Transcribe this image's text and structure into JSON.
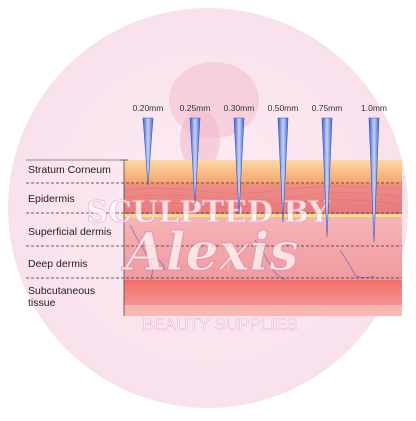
{
  "needle_depths": [
    "0.20mm",
    "0.25mm",
    "0.30mm",
    "0.50mm",
    "0.75mm",
    "1.0mm"
  ],
  "layers": {
    "stratum_corneum": "Stratum Corneum",
    "epidermis": "Epidermis",
    "superficial_dermis": "Superficial dermis",
    "deep_dermis": "Deep dermis",
    "subcutaneous_line1": "Subcutaneous",
    "subcutaneous_line2": "tissue"
  },
  "watermark": {
    "top_text": "SCULPTED BY",
    "script_text": "Alexis",
    "bottom_text": "BEAUTY SUPPLIES"
  },
  "colors": {
    "skin_top": "#f6b98a",
    "epidermis": "#ea8a86",
    "dermis": "#f2a3a6",
    "subcutaneous": "#f37c78",
    "needle": "#6b86d6",
    "watermark": "#e8b9d2"
  }
}
